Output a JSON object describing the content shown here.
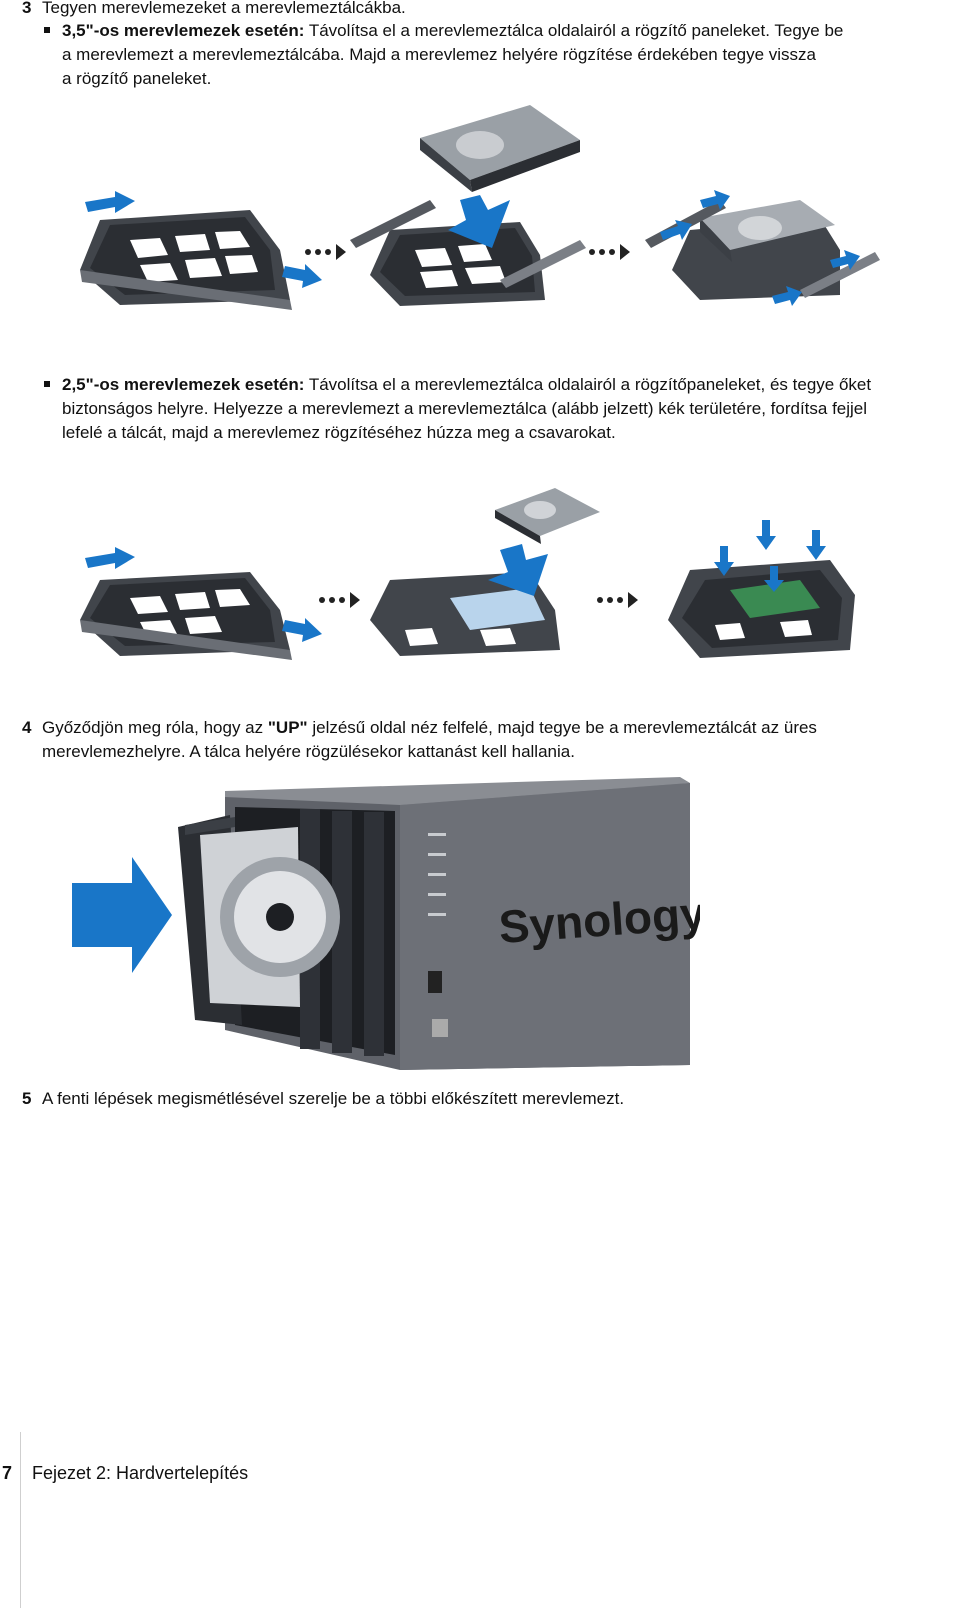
{
  "step3": {
    "number": "3",
    "text": "Tegyen merevlemezeket a merevlemeztálcákba.",
    "bullet1": {
      "bold": "3,5\"-os merevlemezek esetén:",
      "line1": " Távolítsa el a merevlemeztálca oldalairól a rögzítő paneleket. Tegye be",
      "line2": "a merevlemezt a merevlemeztálcába. Majd a merevlemez helyére rögzítése érdekében tegye vissza",
      "line3": "a rögzítő paneleket."
    },
    "bullet2": {
      "bold": "2,5\"-os merevlemezek esetén:",
      "line1": " Távolítsa el a merevlemeztálca oldalairól a rögzítőpaneleket, és tegye őket",
      "line2": "biztonságos helyre. Helyezze a merevlemezt a merevlemeztálca (alább jelzett) kék területére, fordítsa fejjel",
      "line3": "lefelé a tálcát, majd a merevlemez rögzítéséhez húzza meg a csavarokat."
    }
  },
  "step4": {
    "number": "4",
    "pre": "Győződjön meg róla, hogy az ",
    "bold": "\"UP\"",
    "post": " jelzésű oldal néz felfelé, majd tegye be a merevlemeztálcát az üres",
    "line2": "merevlemezhelyre. A tálca helyére rögzülésekor kattanást kell hallania.",
    "brand": "Synology"
  },
  "step5": {
    "number": "5",
    "text": "A fenti lépések megismétlésével szerelje be a többi előkészített merevlemezt."
  },
  "footer": {
    "page_number": "7",
    "chapter": "Fejezet 2: Hardvertelepítés"
  },
  "colors": {
    "arrow_blue": "#1976c8",
    "tray_dark": "#3b3f45",
    "nas_gray": "#6d7077"
  }
}
